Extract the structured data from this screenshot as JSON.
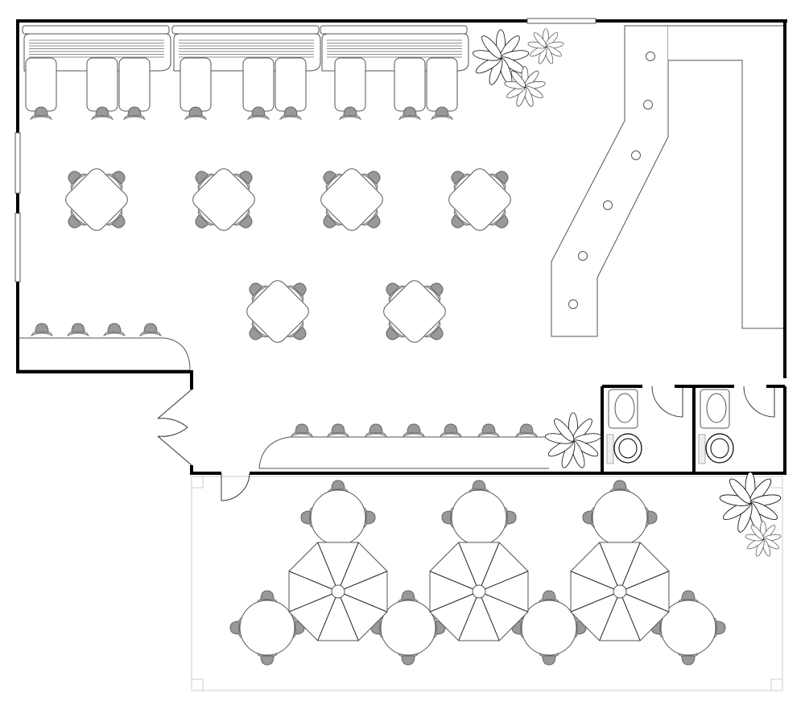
{
  "plan": {
    "colors": {
      "wall": "#000000",
      "furniture_outline": "#555555",
      "chair": "#999999",
      "background": "#ffffff"
    },
    "rooms": [
      "dining-room",
      "restroom",
      "restroom",
      "patio"
    ],
    "icons": [
      "booth",
      "stool",
      "square-table",
      "round-table",
      "umbrella",
      "plant",
      "sink",
      "toilet",
      "door",
      "window",
      "bar-counter"
    ]
  }
}
